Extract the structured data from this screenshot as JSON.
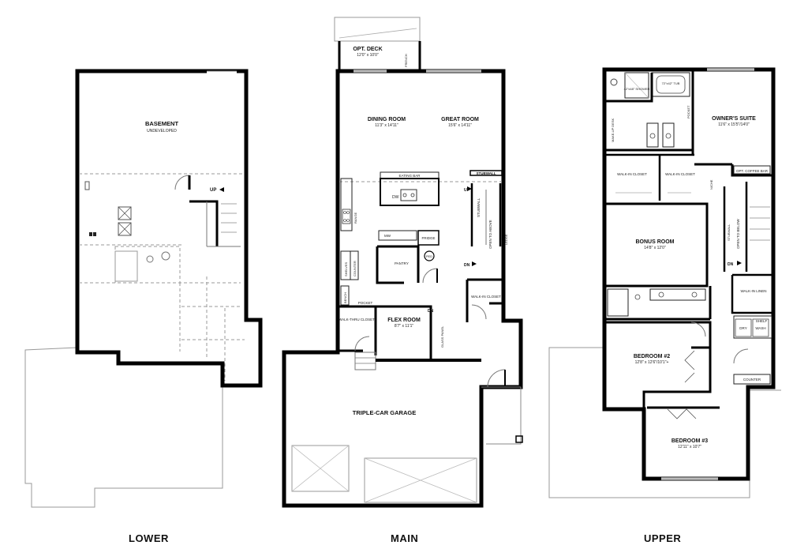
{
  "floors": {
    "lower": {
      "label": "LOWER",
      "rooms": {
        "basement": "BASEMENT",
        "basement_sub": "UNDEVELOPED"
      },
      "notes": {
        "up": "UP"
      }
    },
    "main": {
      "label": "MAIN",
      "rooms": {
        "deck": "OPT. DECK",
        "deck_dim": "12'0\" x 10'0\"",
        "dining": "DINING ROOM",
        "dining_dim": "11'3\" x 14'11\"",
        "great": "GREAT ROOM",
        "great_dim": "15'6\" x 14'11\"",
        "flex": "FLEX ROOM",
        "flex_dim": "8'7\" x 11'1\"",
        "garage": "TRIPLE-CAR GARAGE"
      },
      "notes": {
        "french": "FRENCH",
        "eating_bar": "EATING BAR",
        "stubwall": "STUBWALL",
        "dw": "DW",
        "up": "UP",
        "range": "RANGE",
        "stubwall2": "STUBWALL",
        "open_above": "OPEN TO ABOVE",
        "mw": "MW",
        "fridge": "FRIDGE",
        "pantry": "PANTRY",
        "ped": "PED",
        "dn": "DN",
        "ledge": "LEDGE",
        "shelves": "SHELVES",
        "counter": "COUNTER",
        "bench": "BENCH",
        "pocket": "POCKET",
        "walkthru": "WALK-THRU CLOSET",
        "dn2": "DN",
        "glass": "GLASS PANEL",
        "walkin": "WALK-IN CLOSET"
      }
    },
    "upper": {
      "label": "UPPER",
      "rooms": {
        "owners": "OWNER'S SUITE",
        "owners_dim": "11'6\" x 15'5\"/14'0\"",
        "bonus": "BONUS ROOM",
        "bonus_dim": "14'8\" x 12'0\"",
        "bed2": "BEDROOM #2",
        "bed2_dim": "12'8\" x 12'6\"/10'1\"+",
        "bed3": "BEDROOM #3",
        "bed3_dim": "12'11\" x 10'7\""
      },
      "notes": {
        "tub": "72\"x42\" TUB",
        "shower": "42\"x48\" SHOWER",
        "pocket": "POCKET",
        "makeup": "MAKE-UP DESK",
        "walkin1": "WALK-IN CLOSET",
        "walkin2": "WALK-IN CLOSET",
        "coffee": "OPT. COFFEE BAR",
        "niche": "NICHE",
        "stubwall": "STUBWALL",
        "open_below": "OPEN TO BELOW",
        "dn": "DN",
        "linen": "WALK-IN LINEN",
        "shelf": "SHELF",
        "dry": "DRY",
        "wash": "WASH",
        "counter": "COUNTER"
      }
    }
  }
}
